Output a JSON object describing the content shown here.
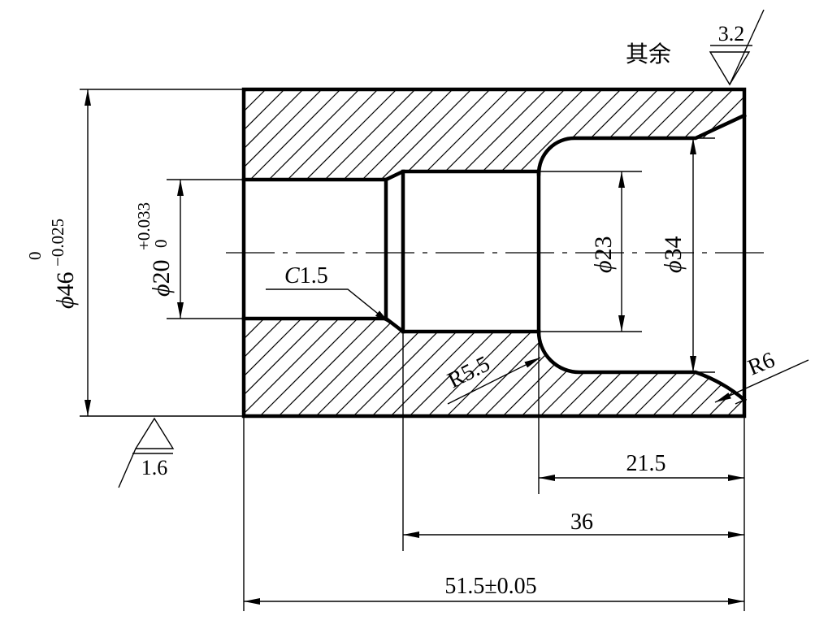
{
  "drawing": {
    "roughness_note": "其余",
    "roughness_general": "3.2",
    "roughness_outer": "1.6",
    "diameters": {
      "outer": {
        "symbol": "ϕ",
        "value": "46",
        "upper": "0",
        "lower": "−0.025"
      },
      "bore_small": {
        "symbol": "ϕ",
        "value": "20",
        "upper": "+0.033",
        "lower": "0"
      },
      "bore_mid": {
        "symbol": "ϕ",
        "value": "23"
      },
      "bore_large": {
        "symbol": "ϕ",
        "value": "34"
      }
    },
    "chamfer": {
      "prefix": "C",
      "value": "1.5"
    },
    "radius_inner": "R5.5",
    "radius_outer": "R6",
    "lengths": {
      "counterbore": "21.5",
      "bore_depth": "36",
      "total": "51.5±0.05"
    }
  }
}
